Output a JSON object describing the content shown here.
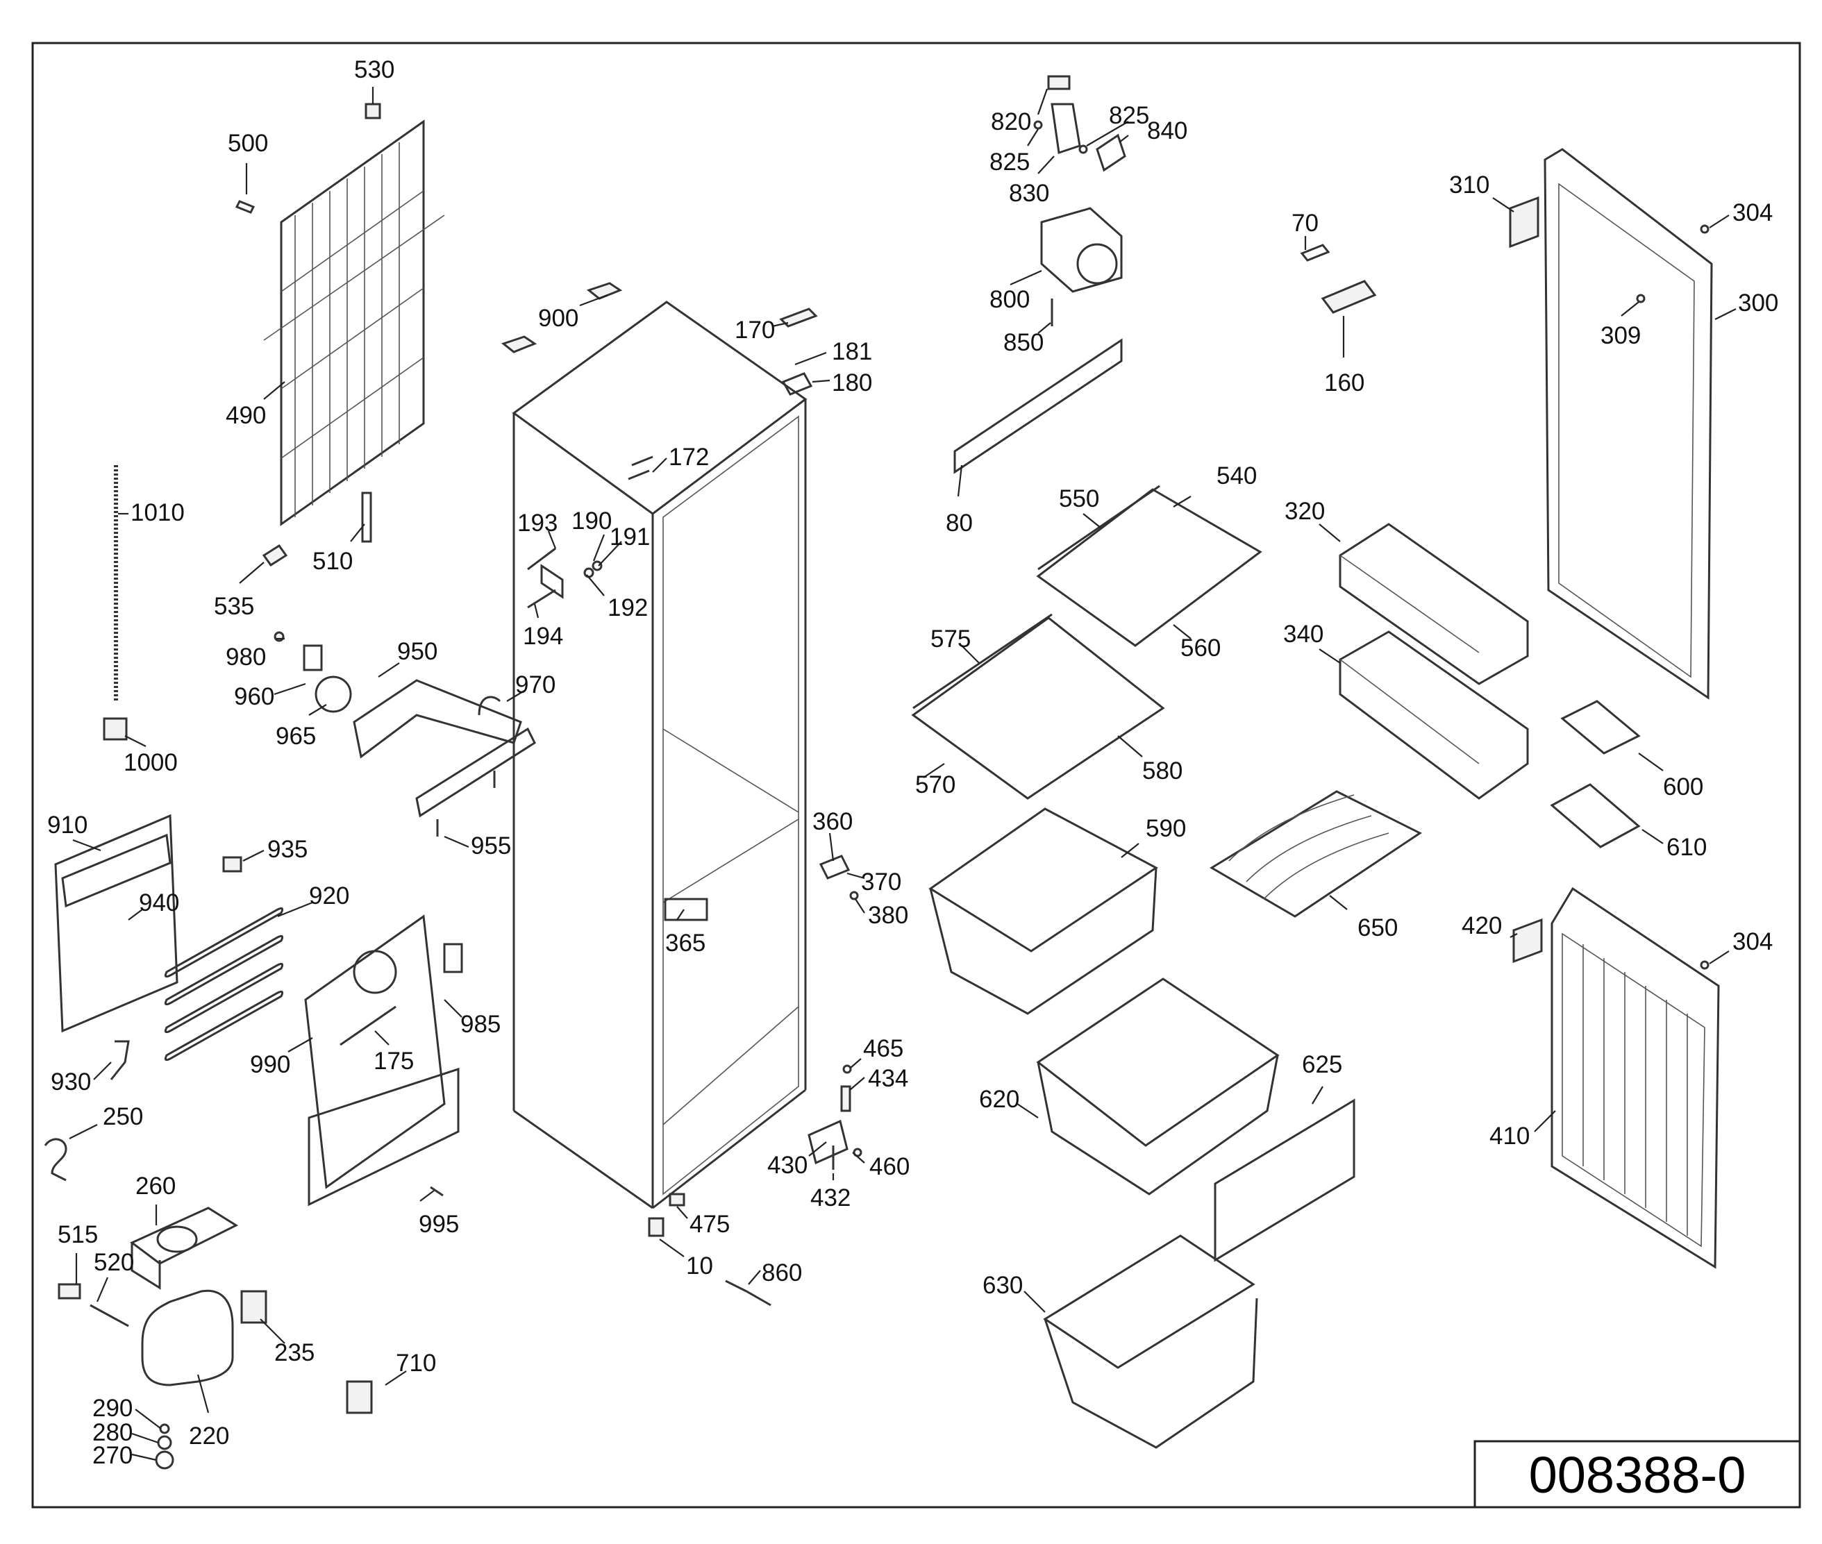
{
  "drawing_code": "008388-0",
  "callouts": [
    {
      "id": "530"
    },
    {
      "id": "500"
    },
    {
      "id": "490"
    },
    {
      "id": "535"
    },
    {
      "id": "510"
    },
    {
      "id": "1010"
    },
    {
      "id": "1000"
    },
    {
      "id": "980"
    },
    {
      "id": "960"
    },
    {
      "id": "965"
    },
    {
      "id": "950"
    },
    {
      "id": "970"
    },
    {
      "id": "955"
    },
    {
      "id": "910"
    },
    {
      "id": "935"
    },
    {
      "id": "940"
    },
    {
      "id": "920"
    },
    {
      "id": "930"
    },
    {
      "id": "250"
    },
    {
      "id": "990"
    },
    {
      "id": "175"
    },
    {
      "id": "985"
    },
    {
      "id": "995"
    },
    {
      "id": "260"
    },
    {
      "id": "515"
    },
    {
      "id": "520"
    },
    {
      "id": "235"
    },
    {
      "id": "220"
    },
    {
      "id": "290"
    },
    {
      "id": "280"
    },
    {
      "id": "270"
    },
    {
      "id": "710"
    },
    {
      "id": "900"
    },
    {
      "id": "170"
    },
    {
      "id": "181"
    },
    {
      "id": "180"
    },
    {
      "id": "172"
    },
    {
      "id": "193"
    },
    {
      "id": "190"
    },
    {
      "id": "191"
    },
    {
      "id": "192"
    },
    {
      "id": "194"
    },
    {
      "id": "360"
    },
    {
      "id": "370"
    },
    {
      "id": "380"
    },
    {
      "id": "365"
    },
    {
      "id": "465"
    },
    {
      "id": "434"
    },
    {
      "id": "430"
    },
    {
      "id": "460"
    },
    {
      "id": "432"
    },
    {
      "id": "475"
    },
    {
      "id": "10"
    },
    {
      "id": "860"
    },
    {
      "id": "820"
    },
    {
      "id": "825"
    },
    {
      "id": "840"
    },
    {
      "id": "825"
    },
    {
      "id": "830"
    },
    {
      "id": "800"
    },
    {
      "id": "850"
    },
    {
      "id": "80"
    },
    {
      "id": "550"
    },
    {
      "id": "540"
    },
    {
      "id": "560"
    },
    {
      "id": "575"
    },
    {
      "id": "570"
    },
    {
      "id": "580"
    },
    {
      "id": "590"
    },
    {
      "id": "650"
    },
    {
      "id": "620"
    },
    {
      "id": "625"
    },
    {
      "id": "630"
    },
    {
      "id": "70"
    },
    {
      "id": "160"
    },
    {
      "id": "320"
    },
    {
      "id": "340"
    },
    {
      "id": "310"
    },
    {
      "id": "304"
    },
    {
      "id": "300"
    },
    {
      "id": "309"
    },
    {
      "id": "600"
    },
    {
      "id": "610"
    },
    {
      "id": "420"
    },
    {
      "id": "304"
    },
    {
      "id": "410"
    }
  ]
}
